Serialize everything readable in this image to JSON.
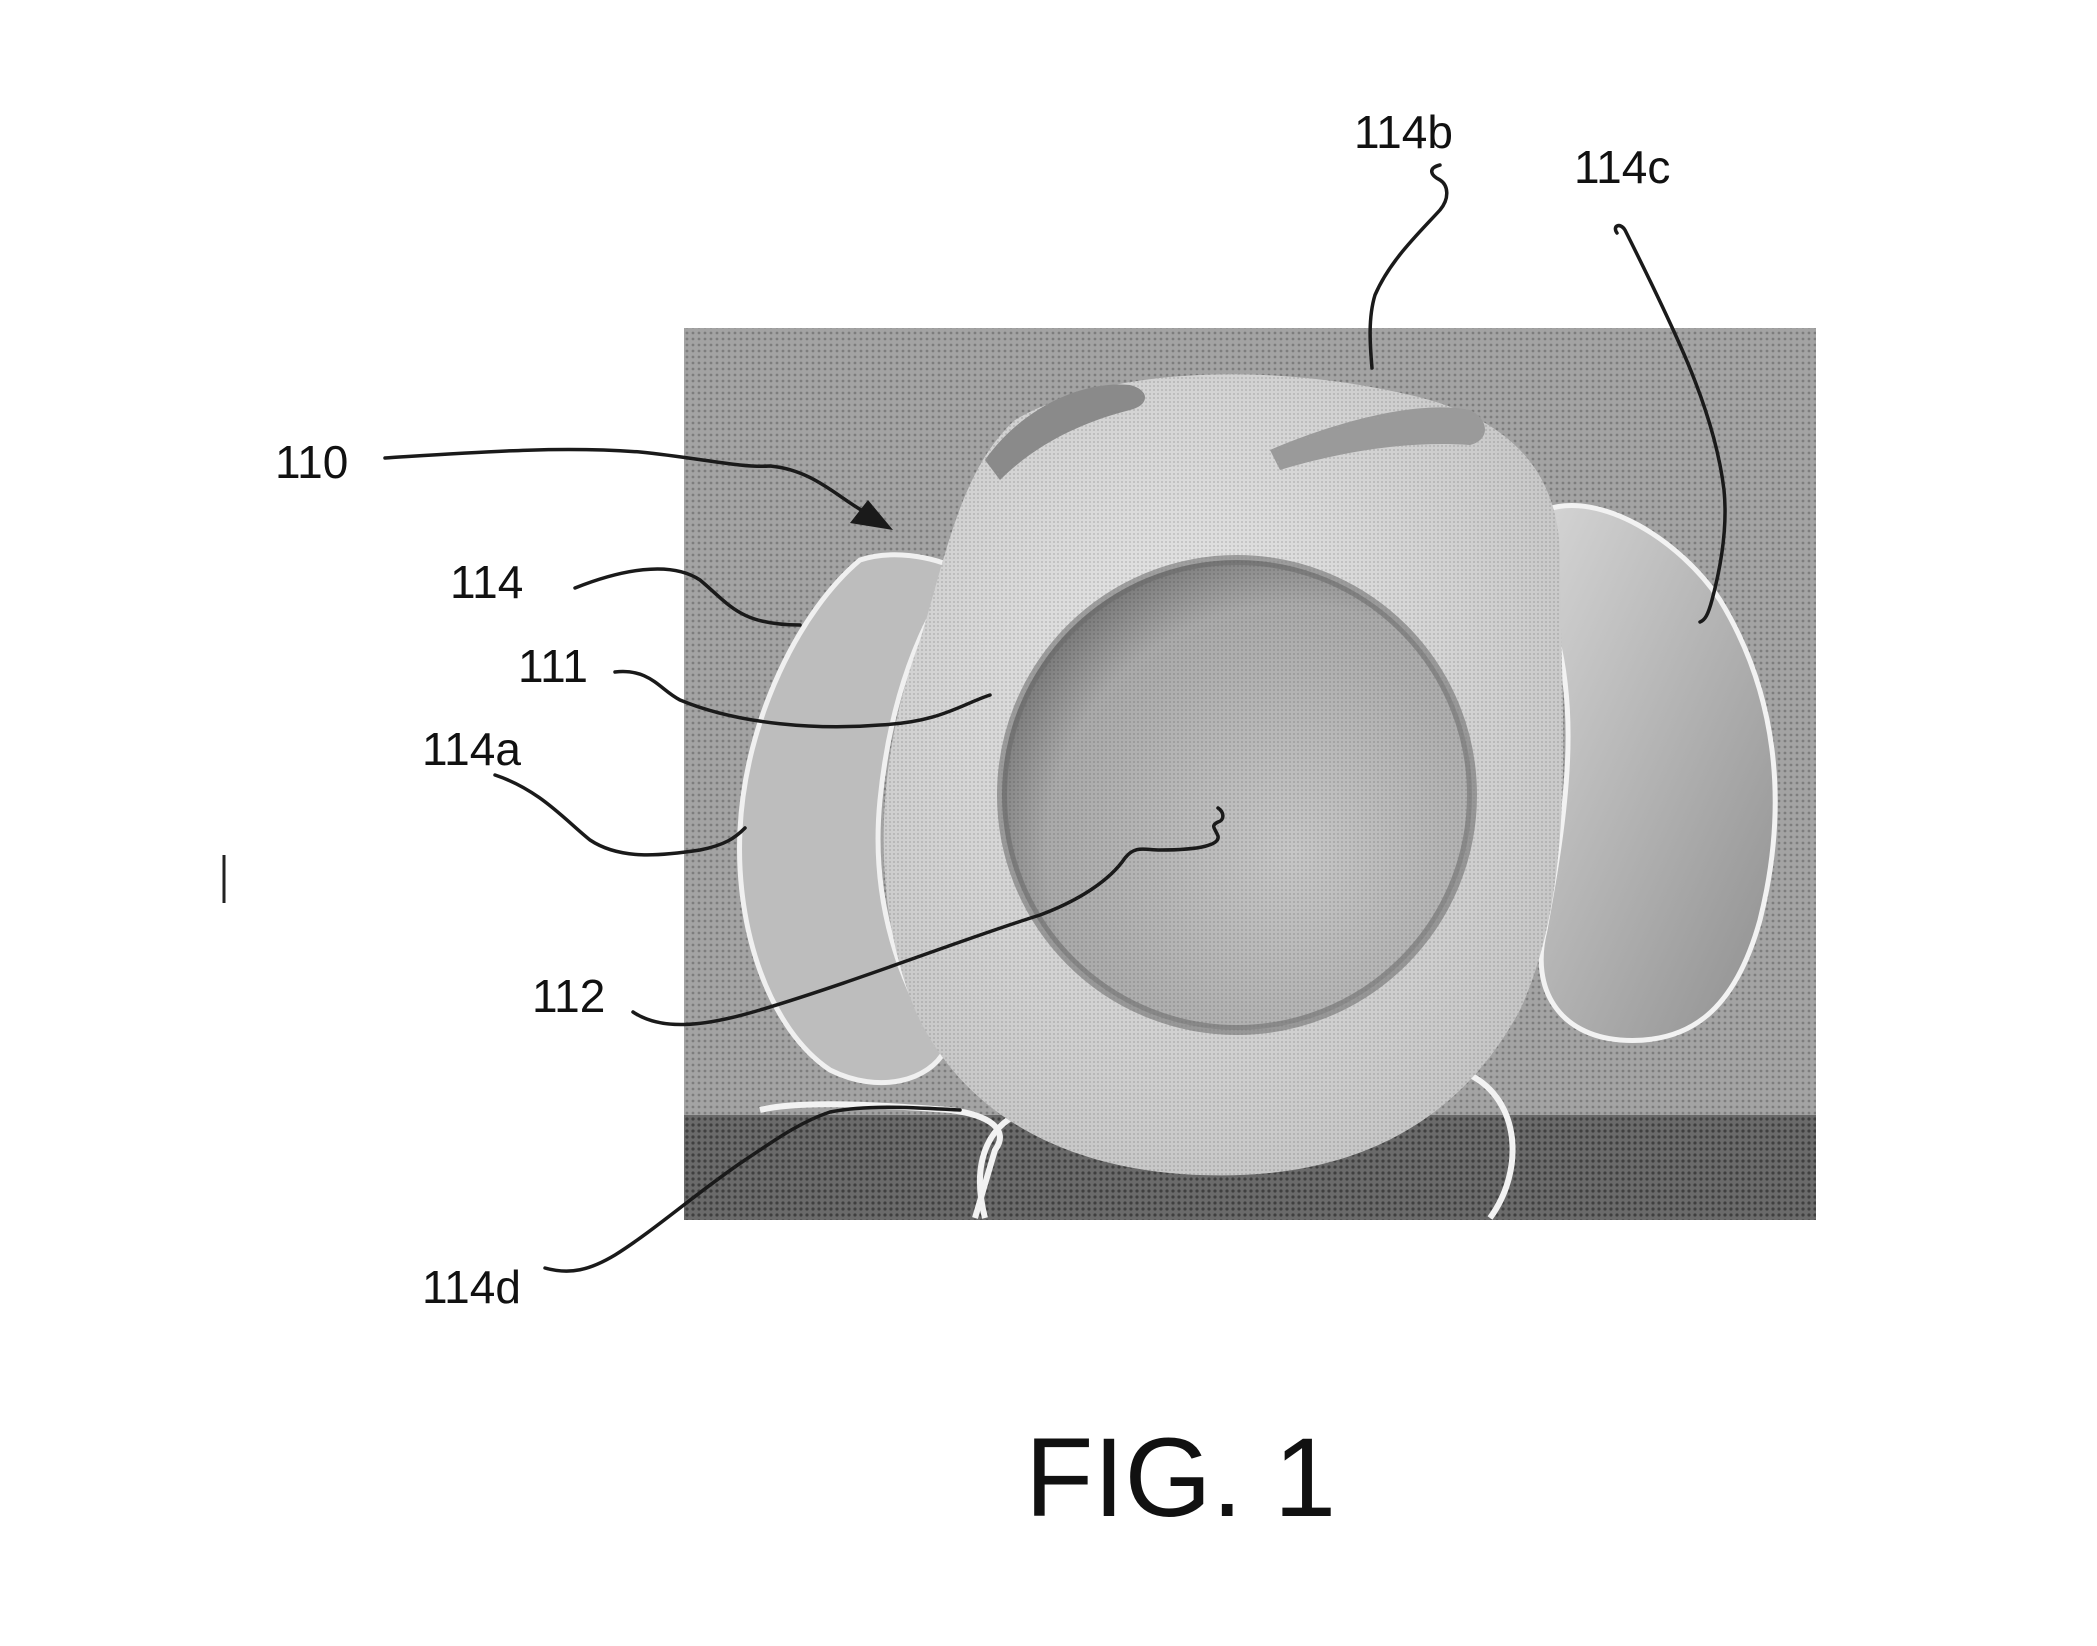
{
  "figure": {
    "caption": "FIG. 1",
    "labels": {
      "l110": "110",
      "l114": "114",
      "l111": "111",
      "l114a": "114a",
      "l112": "112",
      "l114d": "114d",
      "l114b": "114b",
      "l114c": "114c"
    }
  },
  "colors": {
    "paper": "#ffffff",
    "ink": "#111111",
    "photo_background": "#9a9a9a",
    "photo_floor": "#5e5e5e",
    "lens_optic": "#b5b5b5",
    "haptic_edge": "#f4f4f4"
  }
}
